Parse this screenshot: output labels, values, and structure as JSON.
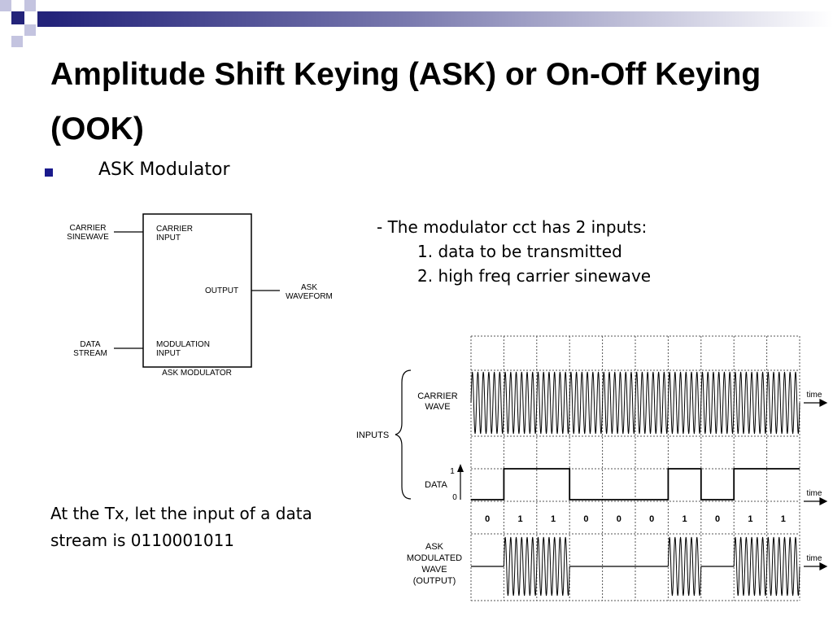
{
  "slide": {
    "title": "Amplitude Shift Keying (ASK) or On-Off Keying (OOK)",
    "bullet": "ASK Modulator",
    "notes": [
      "- The modulator cct has 2 inputs:",
      "1. data to be transmitted",
      "2. high freq carrier sinewave"
    ],
    "bottom_text": "At the Tx, let the input of a data stream is 0110001011"
  },
  "modulator_diagram": {
    "carrier_label": [
      "CARRIER",
      "SINEWAVE"
    ],
    "carrier_input": [
      "CARRIER",
      "INPUT"
    ],
    "output": "OUTPUT",
    "ask_waveform": [
      "ASK",
      "WAVEFORM"
    ],
    "data_stream": [
      "DATA",
      "STREAM"
    ],
    "modulation_input": [
      "MODULATION",
      "INPUT"
    ],
    "caption": "ASK MODULATOR"
  },
  "timing_diagram": {
    "inputs_label": "INPUTS",
    "carrier_wave": [
      "CARRIER",
      "WAVE"
    ],
    "data_label": "DATA",
    "level_high": "1",
    "level_low": "0",
    "time_label": "time",
    "ask_output": [
      "ASK",
      "MODULATED",
      "WAVE",
      "(OUTPUT)"
    ],
    "bits": [
      "0",
      "1",
      "1",
      "0",
      "0",
      "0",
      "1",
      "0",
      "1",
      "1"
    ]
  },
  "colors": {
    "accent": "#1a1a8c",
    "gradient_start": "#23237a",
    "gradient_end": "#ffffff"
  }
}
